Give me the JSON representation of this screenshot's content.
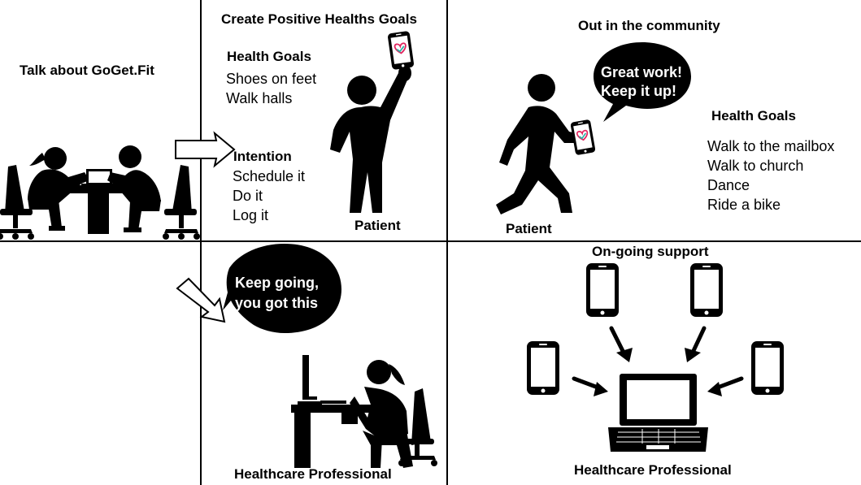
{
  "panels": {
    "talk": {
      "title": "Talk about GoGet.Fit"
    },
    "create": {
      "title": "Create Positive Healths Goals",
      "health_goals_heading": "Health Goals",
      "health_goals": [
        "Shoes on feet",
        "Walk halls"
      ],
      "intention_heading": "Intention",
      "intention_items": [
        "Schedule it",
        "Do it",
        "Log it"
      ],
      "figure_label": "Patient"
    },
    "community": {
      "title": "Out in the community",
      "bubble_line1": "Great work!",
      "bubble_line2": "Keep it up!",
      "health_goals_heading": "Health Goals",
      "health_goals": [
        "Walk to the mailbox",
        "Walk to church",
        "Dance",
        "Ride a bike"
      ],
      "figure_label": "Patient"
    },
    "professional": {
      "bubble_line1": "Keep going,",
      "bubble_line2": "you got this",
      "figure_label": "Healthcare Professional"
    },
    "support": {
      "title": "On-going support",
      "figure_label": "Healthcare Professional"
    }
  },
  "icons": {
    "app_logo": "heart-icon",
    "app_logo_colors": {
      "red": "#e0245e",
      "teal": "#2ab3a6"
    }
  }
}
